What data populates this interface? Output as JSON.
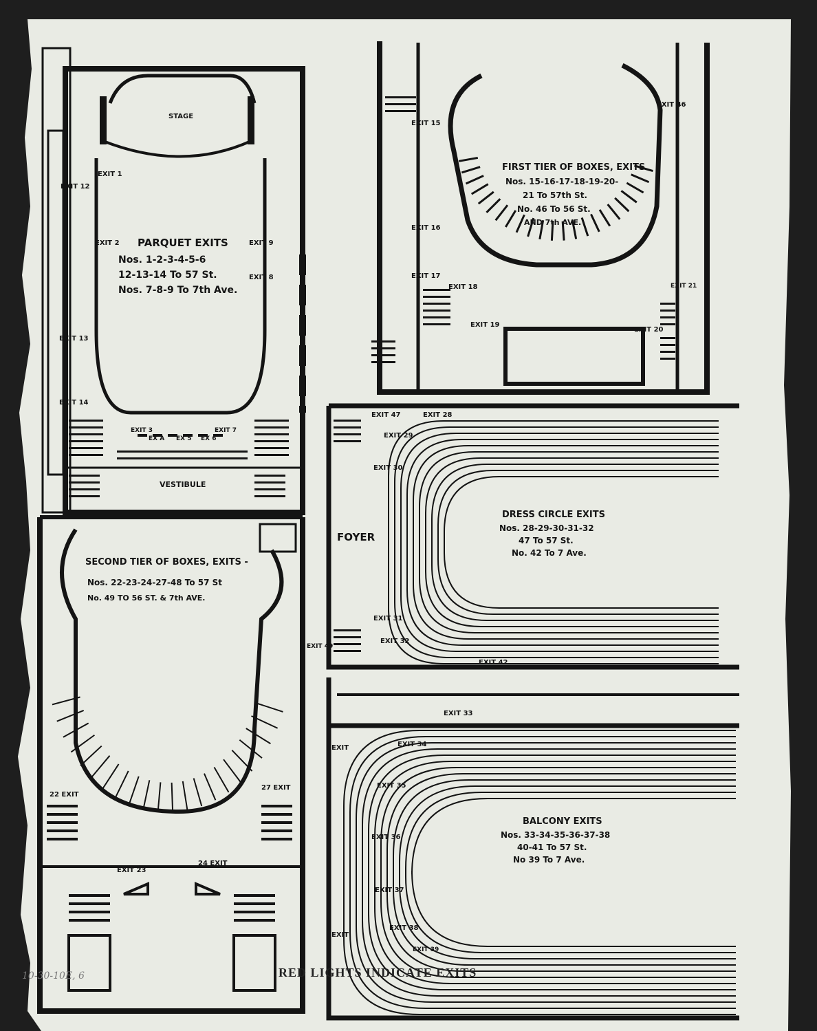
{
  "caption": "RED LIGHTS INDICATE EXITS",
  "handwritten_note": "10-30-10E, 6",
  "panels": {
    "parquet": {
      "stage": "STAGE",
      "title": "PARQUET EXITS",
      "line1": "Nos. 1-2-3-4-5-6",
      "line2": "12-13-14 To 57 St.",
      "line3": "Nos. 7-8-9 To 7th Ave.",
      "vestibule": "VESTIBULE",
      "exits": {
        "e1": "EXIT 1",
        "e2": "EXIT 2",
        "e3": "EXIT 3",
        "e7": "EXIT 7",
        "e8": "EXIT 8",
        "e9": "EXIT 9",
        "e12": "EXIT 12",
        "e13": "EXIT 13",
        "e14": "EXIT 14",
        "ea": "EX A",
        "e5": "EX 5",
        "e6": "EX 6"
      }
    },
    "first_tier": {
      "title": "FIRST TIER OF BOXES, EXITS",
      "line1": "Nos. 15-16-17-18-19-20-",
      "line2": "21 To 57th St.",
      "line3": "No. 46 To 56 St.",
      "line4": "AND 7th AVE.",
      "exits": {
        "e15": "EXIT 15",
        "e16": "EXIT 16",
        "e17": "EXIT 17",
        "e18": "EXIT 18",
        "e19": "EXIT 19",
        "e20": "EXIT 20",
        "e46": "EXIT 46",
        "e21": "EXIT 21"
      }
    },
    "second_tier": {
      "title": "SECOND TIER OF BOXES, EXITS -",
      "line1": "Nos. 22-23-24-27-48 To 57 St",
      "line2": "No. 49 TO 56 ST. & 7th AVE.",
      "exits": {
        "e22": "22 EXIT",
        "e27": "27 EXIT",
        "e23": "EXIT 23",
        "e24": "24 EXIT",
        "e49": "EXIT 49"
      }
    },
    "dress_circle": {
      "foyer": "FOYER",
      "title": "DRESS CIRCLE EXITS",
      "line1": "Nos. 28-29-30-31-32",
      "line2": "47 To 57 St.",
      "line3": "No. 42 To 7 Ave.",
      "exits": {
        "e47": "EXIT 47",
        "e28": "EXIT 28",
        "e29": "EXIT 29",
        "e30": "EXIT 30",
        "e31": "EXIT 31",
        "e32": "EXIT 32",
        "e42": "EXIT 42"
      }
    },
    "balcony": {
      "title": "BALCONY EXITS",
      "line1": "Nos. 33-34-35-36-37-38",
      "line2": "40-41 To 57 St.",
      "line3": "No 39 To 7 Ave.",
      "exits": {
        "e33": "EXIT 33",
        "e34": "EXIT 34",
        "e35": "EXIT 35",
        "e36": "EXIT 36",
        "e37": "EXIT 37",
        "e38": "EXIT 38",
        "e39": "EXIT 39",
        "e40": "EXIT",
        "e41": "EXIT"
      }
    }
  }
}
